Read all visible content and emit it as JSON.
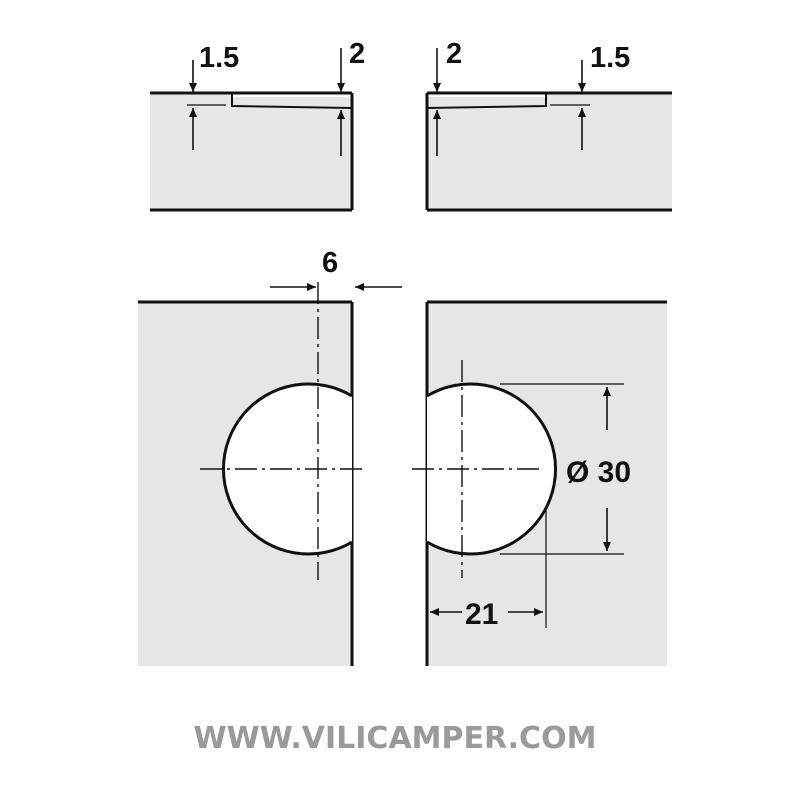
{
  "labels": {
    "top_left_depth": "1.5",
    "top_left_edge": "2",
    "top_right_edge": "2",
    "top_right_depth": "1.5",
    "offset": "6",
    "diameter": "Ø 30",
    "distance": "21"
  },
  "watermark": "WWW.VILICAMPER.COM",
  "colors": {
    "panel_fill": "#e6e6e6",
    "line": "#111111",
    "cutout_fill": "#ffffff",
    "watermark": "#9a9a9a"
  }
}
